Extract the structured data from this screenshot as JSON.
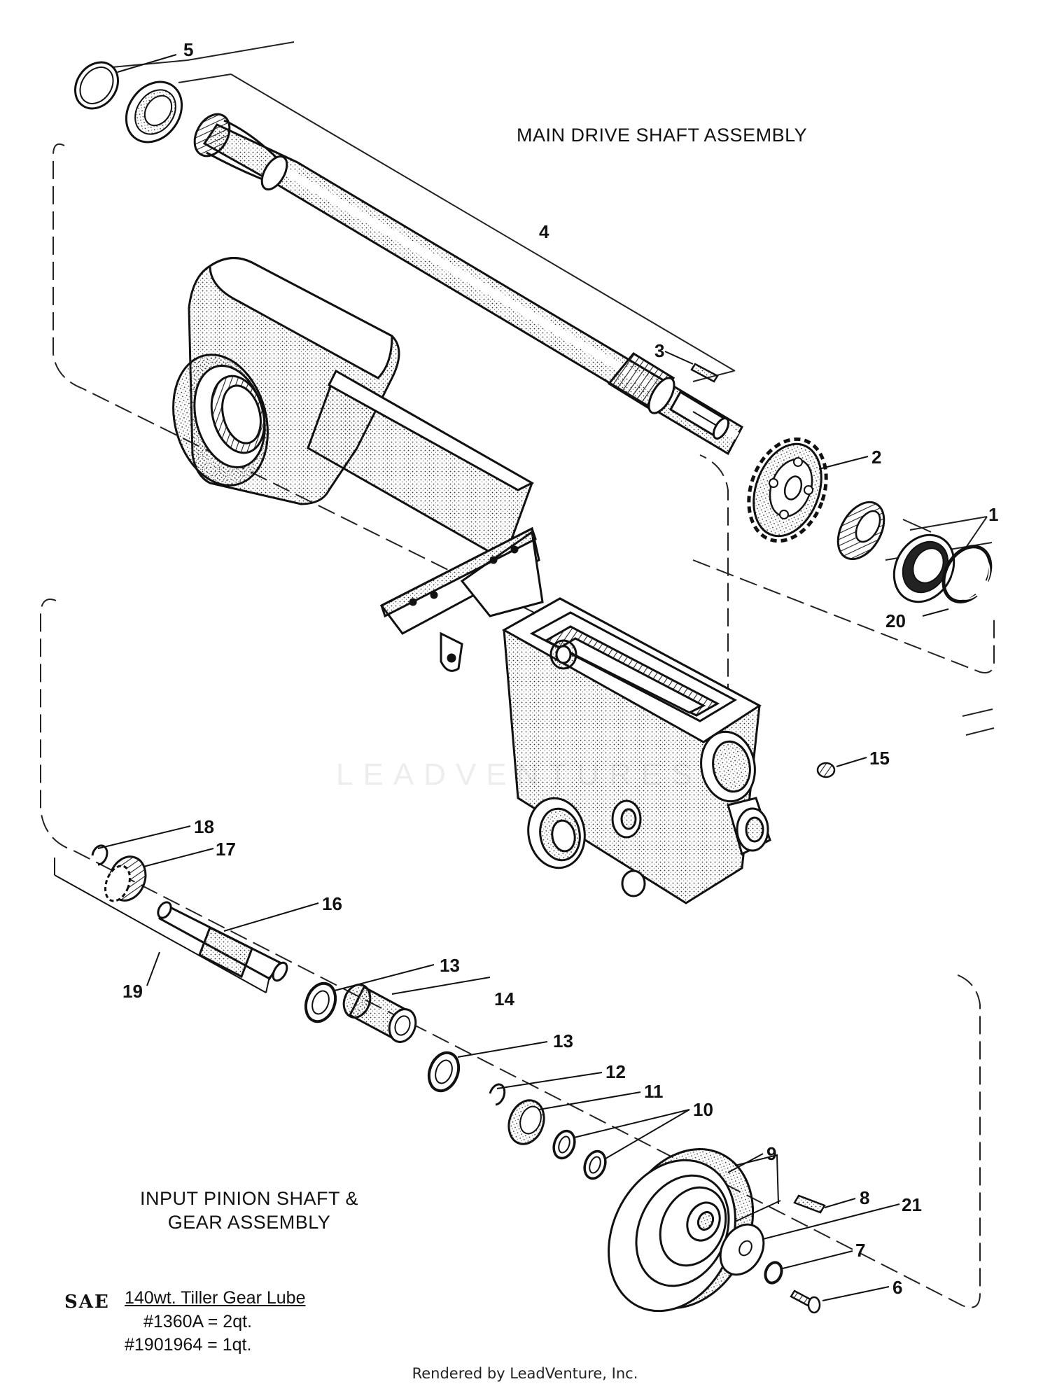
{
  "diagram": {
    "title_main": "MAIN DRIVE SHAFT ASSEMBLY",
    "title_input_line1": "INPUT PINION SHAFT &",
    "title_input_line2": "GEAR ASSEMBLY",
    "watermark": "LEADVENTURES"
  },
  "part_numbers": {
    "p1": "1",
    "p2": "2",
    "p3": "3",
    "p4": "4",
    "p5": "5",
    "p6": "6",
    "p7": "7",
    "p8": "8",
    "p9": "9",
    "p10": "10",
    "p11": "11",
    "p12": "12",
    "p13a": "13",
    "p13b": "13",
    "p14": "14",
    "p15": "15",
    "p16": "16",
    "p17": "17",
    "p18": "18",
    "p19": "19",
    "p20": "20",
    "p21": "21"
  },
  "lube": {
    "sae": "SAE",
    "product": "140wt. Tiller Gear Lube",
    "line1": "#1360A = 2qt.",
    "line2": "#1901964 = 1qt."
  },
  "footer": "Rendered by LeadVenture, Inc."
}
